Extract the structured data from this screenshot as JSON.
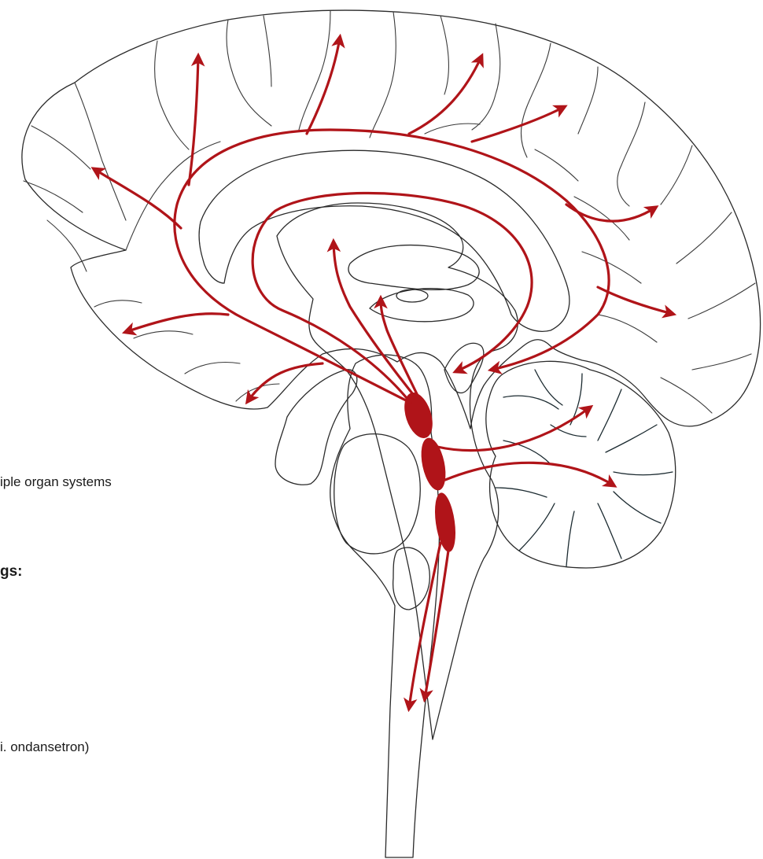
{
  "texts": {
    "line1": "iple organ systems",
    "line2": "gs:",
    "line3": "i. ondansetron)"
  },
  "colors": {
    "cortex": "#fbdcbc",
    "brainstem": "#ccc5bf",
    "limbic": "#93aaa8",
    "cerebellum": "#4d5f66",
    "ventricle": "#ffffff",
    "pathway": "#b01419"
  }
}
